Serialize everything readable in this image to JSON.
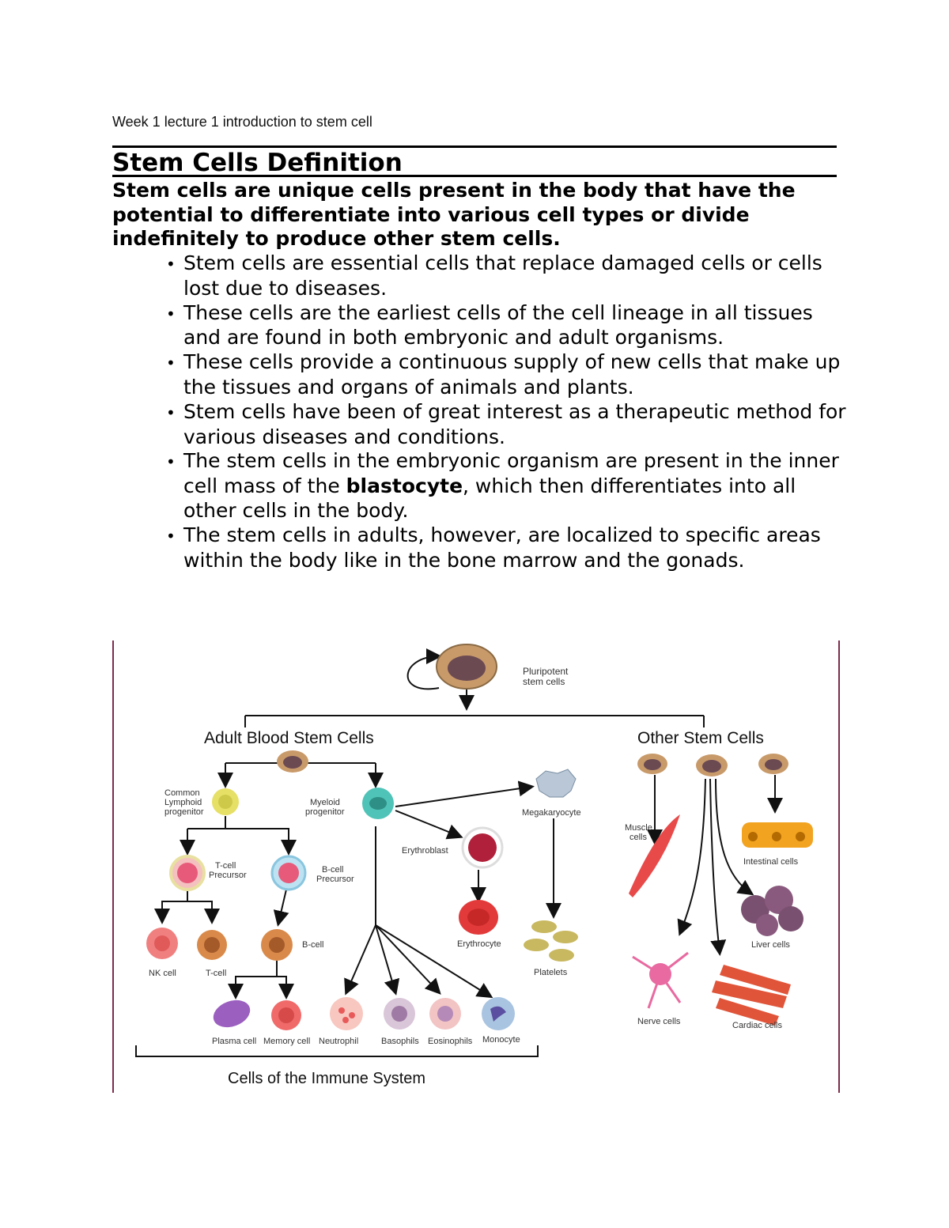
{
  "header": {
    "text": "Week 1 lecture 1 introduction to stem cell"
  },
  "title": "Stem Cells Definition",
  "definition": "Stem cells are unique cells present in the body that have the potential to differentiate into various cell types or divide indefinitely to produce other stem cells.",
  "bullets": [
    {
      "text": "Stem cells are essential cells that replace damaged cells or cells lost due to diseases."
    },
    {
      "text": "These cells are the earliest cells of the cell lineage in all tissues and are found in both embryonic and adult organisms."
    },
    {
      "text": "These cells provide a continuous supply of new cells that make up the tissues and organs of animals and plants."
    },
    {
      "text": "Stem cells have been of great interest as a therapeutic method for various diseases and conditions."
    },
    {
      "before": "The stem cells in the embryonic organism are present in the inner cell mass of the ",
      "bold": "blastocyte",
      "after": ", which then differentiates into all other cells in the body."
    },
    {
      "text": "The stem cells in adults, however, are localized to specific areas within the body like in the bone marrow and the gonads."
    }
  ],
  "diagram": {
    "pluripotent": "Pluripotent\nstem cells",
    "adult_heading": "Adult Blood Stem Cells",
    "other_heading": "Other Stem Cells",
    "common_lymphoid": "Common\nLymphoid\nprogenitor",
    "myeloid": "Myeloid\nprogenitor",
    "megakaryocyte": "Megakaryocyte",
    "erythroblast": "Erythroblast",
    "erythrocyte": "Erythrocyte",
    "platelets": "Platelets",
    "t_precursor": "T-cell\nPrecursor",
    "b_precursor": "B-cell\nPrecursor",
    "nk_cell": "NK cell",
    "t_cell": "T-cell",
    "b_cell": "B-cell",
    "plasma": "Plasma cell",
    "memory": "Memory cell",
    "neutrophil": "Neutrophil",
    "basophils": "Basophils",
    "eosinophils": "Eosinophils",
    "monocyte": "Monocyte",
    "muscle": "Muscle\ncells",
    "intestinal": "Intestinal cells",
    "liver": "Liver cells",
    "nerve": "Nerve cells",
    "cardiac": "Cardiac cells",
    "immune_caption": "Cells of the Immune System",
    "colors": {
      "frame": "#7b2c4a",
      "stem": "#c89a6a",
      "nucleus": "#6b4a52",
      "rbc": "#e23a3a",
      "myeloid": "#4fc3b7",
      "lymphoid": "#e6e066"
    }
  }
}
